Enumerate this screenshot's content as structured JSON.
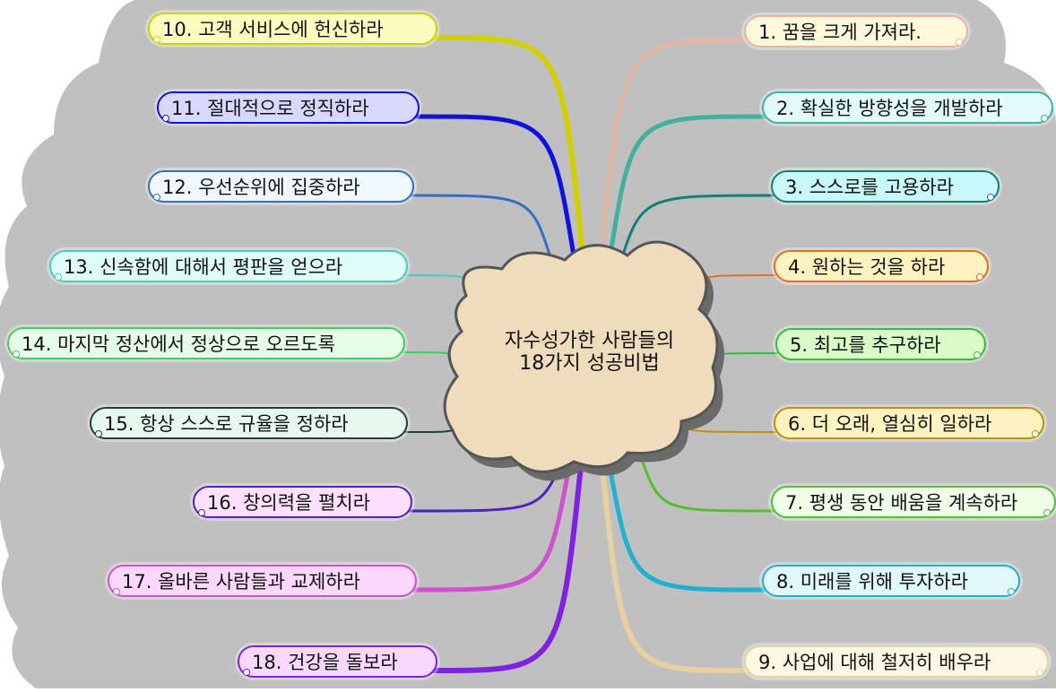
{
  "central_topic": {
    "line1": "자수성가한 사람들의",
    "line2": "18가지 성공비법",
    "fill": "#efdcbc"
  },
  "branches": [
    {
      "label": "1. 꿈을 크게 가져라.",
      "color": "#e8b4a0",
      "fill": "#fdf8dc"
    },
    {
      "label": "2. 확실한 방향성을 개발하라",
      "color": "#40b0a0",
      "fill": "#e4fbfb"
    },
    {
      "label": "3. 스스로를 고용하라",
      "color": "#108078",
      "fill": "#c8f8f8"
    },
    {
      "label": "4. 원하는 것을 하라",
      "color": "#e07020",
      "fill": "#fdf3c0"
    },
    {
      "label": "5. 최고를 추구하라",
      "color": "#30c030",
      "fill": "#d8fbc8"
    },
    {
      "label": "6. 더 오래, 열심히 일하라",
      "color": "#c09000",
      "fill": "#fdf3c0"
    },
    {
      "label": "7. 평생 동안 배움을 계속하라",
      "color": "#50c030",
      "fill": "#f0fde8"
    },
    {
      "label": "8. 미래를 위해 투자하라",
      "color": "#20b0d0",
      "fill": "#e0f8fc"
    },
    {
      "label": "9. 사업에 대해 철저히 배우라",
      "color": "#e8d0a0",
      "fill": "#fdf8e4"
    },
    {
      "label": "10. 고객 서비스에 헌신하라",
      "color": "#d0d000",
      "fill": "#fdfcc0"
    },
    {
      "label": "11. 절대적으로 정직하라",
      "color": "#1010e0",
      "fill": "#d8d8fd"
    },
    {
      "label": "12. 우선순위에 집중하라",
      "color": "#3070c0",
      "fill": "#eef8fd"
    },
    {
      "label": "13. 신속함에 대해서 평판을 얻으라",
      "color": "#40d0c0",
      "fill": "#e0fdf8"
    },
    {
      "label": "14. 마지막 정산에서 정상으로 오르도록",
      "color": "#40d060",
      "fill": "#e8fde8"
    },
    {
      "label": "15. 항상 스스로 규율을 정하라",
      "color": "#204040",
      "fill": "#e8f8f0"
    },
    {
      "label": "16. 창의력을 펼치라",
      "color": "#5020c0",
      "fill": "#fce0fc"
    },
    {
      "label": "17. 올바른 사람들과 교제하라",
      "color": "#d050d0",
      "fill": "#fcd8fc"
    },
    {
      "label": "18. 건강을 돌보라",
      "color": "#8020e0",
      "fill": "#f8d8fc"
    }
  ]
}
